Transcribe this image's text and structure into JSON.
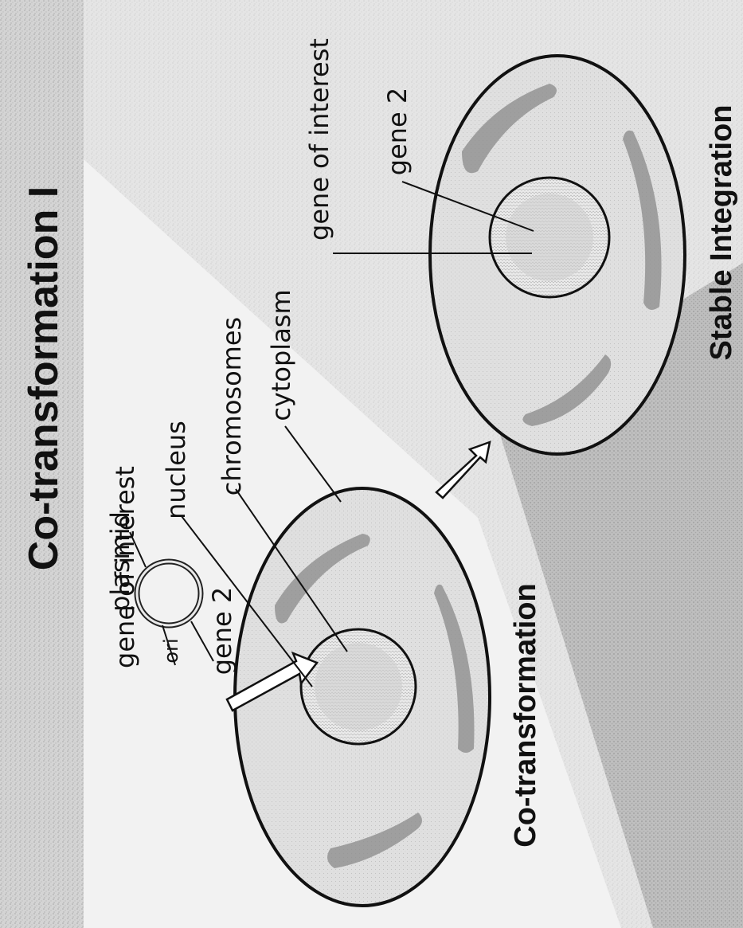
{
  "diagram": {
    "title": "Co-transformation I",
    "left_panel": {
      "caption": "Co-transformation",
      "labels": {
        "plasmid": "plasmid",
        "gene_of_interest": "gene of interest",
        "ori": "ori",
        "gene2": "gene 2",
        "nucleus": "nucleus",
        "chromosomes": "chromosomes",
        "cytoplasm": "cytoplasm"
      }
    },
    "right_panel": {
      "caption": "Stable Integration",
      "labels": {
        "gene_of_interest": "gene of interest",
        "gene2": "gene 2"
      }
    }
  }
}
